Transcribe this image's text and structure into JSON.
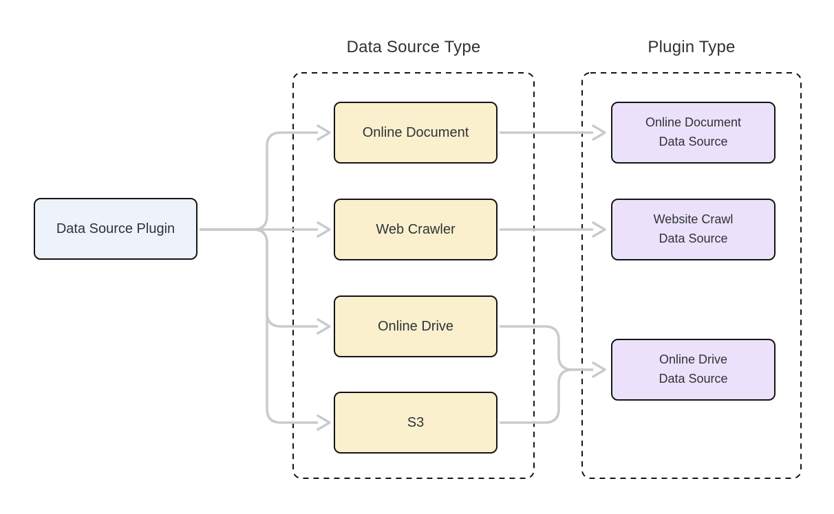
{
  "groups": {
    "data_source_type": {
      "label": "Data Source Type"
    },
    "plugin_type": {
      "label": "Plugin Type"
    }
  },
  "nodes": {
    "plugin": {
      "label": "Data Source Plugin"
    },
    "online_document": {
      "label": "Online Document"
    },
    "web_crawler": {
      "label": "Web Crawler"
    },
    "online_drive": {
      "label": "Online Drive"
    },
    "s3": {
      "label": "S3"
    },
    "online_document_ds": {
      "line1": "Online Document",
      "line2": "Data Source"
    },
    "website_crawl_ds": {
      "line1": "Website Crawl",
      "line2": "Data Source"
    },
    "online_drive_ds": {
      "line1": "Online Drive",
      "line2": "Data Source"
    }
  },
  "edges": [
    {
      "from": "Data Source Plugin",
      "to": "Online Document"
    },
    {
      "from": "Data Source Plugin",
      "to": "Web Crawler"
    },
    {
      "from": "Data Source Plugin",
      "to": "Online Drive"
    },
    {
      "from": "Data Source Plugin",
      "to": "S3"
    },
    {
      "from": "Online Document",
      "to": "Online Document Data Source"
    },
    {
      "from": "Web Crawler",
      "to": "Website Crawl Data Source"
    },
    {
      "from": "Online Drive",
      "to": "Online Drive Data Source"
    },
    {
      "from": "S3",
      "to": "Online Drive Data Source"
    }
  ],
  "colors": {
    "background": "#ffffff",
    "edge": "#c8cbcd",
    "node_border": "#141414",
    "group_border": "#141414",
    "text": "#2e3338",
    "fill_source_node": "#edf2fb",
    "fill_type_node": "#fbf0ce",
    "fill_plugin_node": "#ece1fa"
  }
}
